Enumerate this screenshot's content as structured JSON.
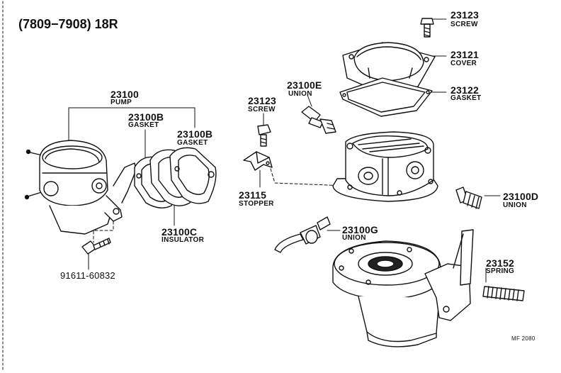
{
  "header": {
    "title": "(7809−7908) 18R"
  },
  "parts": {
    "screw_top": {
      "number": "23123",
      "name": "SCREW"
    },
    "cover": {
      "number": "23121",
      "name": "COVER"
    },
    "gasket_top": {
      "number": "23122",
      "name": "GASKET"
    },
    "union_e": {
      "number": "23100E",
      "name": "UNION"
    },
    "screw_mid": {
      "number": "23123",
      "name": "SCREW"
    },
    "pump": {
      "number": "23100",
      "name": "PUMP"
    },
    "gasket_b1": {
      "number": "23100B",
      "name": "GASKET"
    },
    "gasket_b2": {
      "number": "23100B",
      "name": "GASKET"
    },
    "stopper": {
      "number": "23115",
      "name": "STOPPER"
    },
    "union_d": {
      "number": "23100D",
      "name": "UNION"
    },
    "insulator": {
      "number": "23100C",
      "name": "INSULATOR"
    },
    "union_g": {
      "number": "23100G",
      "name": "UNION"
    },
    "spring": {
      "number": "23152",
      "name": "SPRING"
    },
    "bolt": {
      "number": "91611-60832"
    }
  },
  "footer": {
    "code": "MF 2080"
  }
}
